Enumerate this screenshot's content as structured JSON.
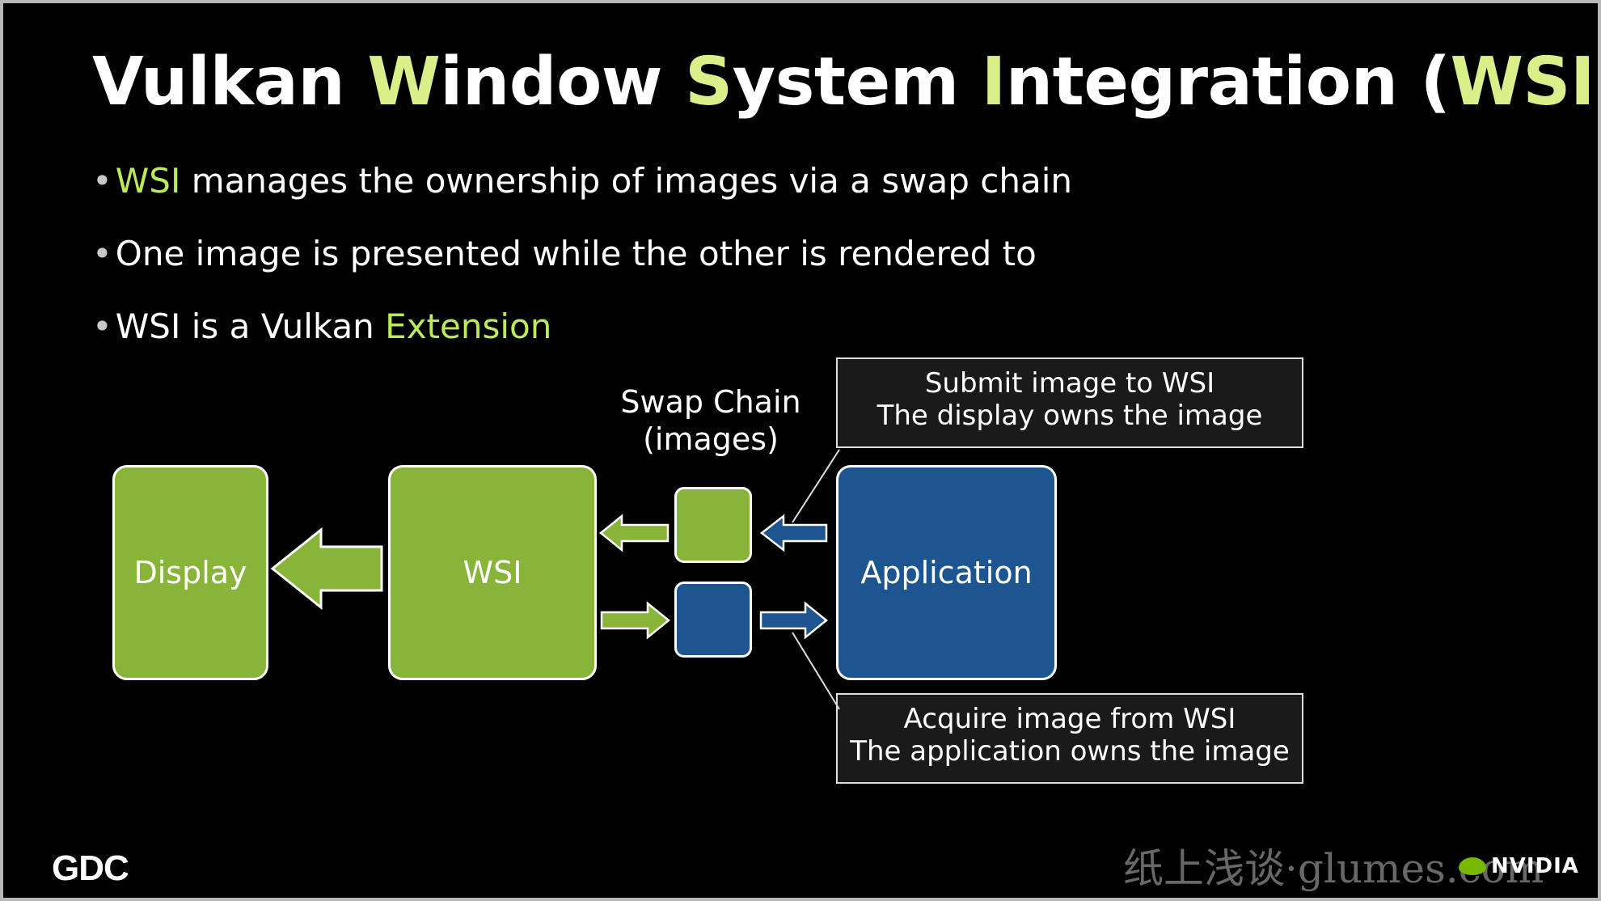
{
  "title": {
    "parts": [
      {
        "text": "Vulkan ",
        "hl": false
      },
      {
        "text": "W",
        "hl": true
      },
      {
        "text": "indow ",
        "hl": false
      },
      {
        "text": "S",
        "hl": true
      },
      {
        "text": "ystem ",
        "hl": false
      },
      {
        "text": "I",
        "hl": true
      },
      {
        "text": "ntegration (",
        "hl": false
      },
      {
        "text": "WSI",
        "hl": true
      },
      {
        "text": ")",
        "hl": false
      }
    ]
  },
  "bullets": [
    {
      "lead": "WSI",
      "rest": " manages the ownership of images via a swap chain"
    },
    {
      "text": "One image is presented while the other is rendered to"
    },
    {
      "text": "WSI is a Vulkan ",
      "highlight": "Extension"
    }
  ],
  "diagram": {
    "display_label": "Display",
    "wsi_label": "WSI",
    "application_label": "Application",
    "swap_chain_label_line1": "Swap Chain",
    "swap_chain_label_line2": "(images)",
    "callout_submit": {
      "line1": "Submit  image to WSI",
      "line2": "The display owns the image"
    },
    "callout_acquire": {
      "line1": "Acquire image from WSI",
      "line2": "The application owns the image"
    },
    "colors": {
      "green": "#88b43a",
      "blue": "#1d5591"
    }
  },
  "footer": {
    "logo": "GDC",
    "watermark": "纸上浅谈·glumes.com",
    "brand": "NVIDIA"
  }
}
